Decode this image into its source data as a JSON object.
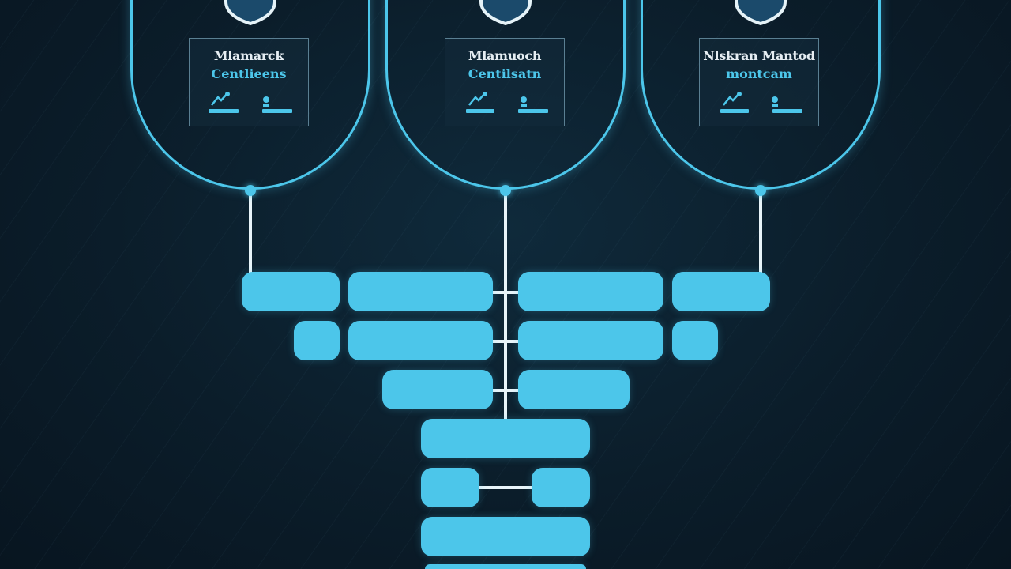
{
  "diagram": {
    "accent_color": "#4cc6ea",
    "background_color": "#0b1d2a",
    "pods": [
      {
        "shield_icon": "shield-icon",
        "shield_label": "",
        "title": "Mlamarck",
        "subtitle": "Centlieens",
        "icons": [
          "chart-icon",
          "user-icon"
        ]
      },
      {
        "shield_icon": "shield-icon",
        "shield_label": "",
        "title": "Mlamuoch",
        "subtitle": "Centilsatn",
        "icons": [
          "chart-icon",
          "user-icon"
        ]
      },
      {
        "shield_icon": "shield-icon",
        "shield_label": "",
        "title": "Nlskran Mantod",
        "subtitle": "montcam",
        "icons": [
          "chart-icon",
          "user-icon"
        ]
      }
    ]
  }
}
